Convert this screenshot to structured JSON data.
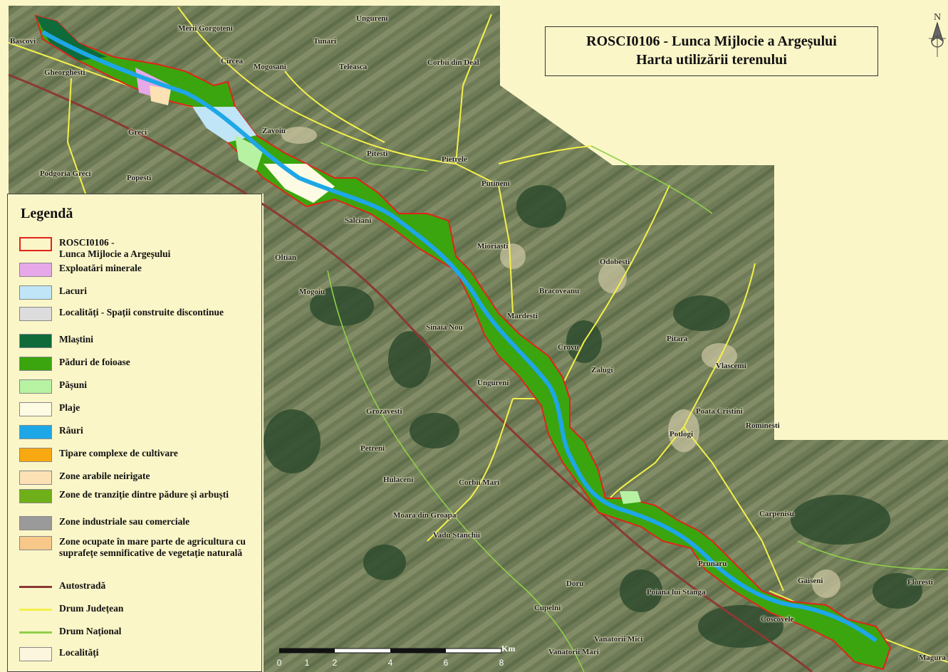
{
  "title": {
    "line1": "ROSCI0106 - Lunca Mijlocie a Argeșului",
    "line2": "Harta utilizării terenului"
  },
  "north_arrow": {
    "label": "N",
    "icon": "compass-rose-icon"
  },
  "colors": {
    "background": "#fbf6c8",
    "satellite_dark": "#3f5a36",
    "satellite_mid": "#6f7d55",
    "boundary": "#e0241c",
    "forest": "#3aa50e",
    "river": "#1ea7e6",
    "motorway": "#8a3a34",
    "county_road": "#f4f04a",
    "national_road": "#8fd04a"
  },
  "legend": {
    "title": "Legendă",
    "items": [
      {
        "key": "site-boundary",
        "label": "ROSCI0106 -\nLunca Mijlocie a Argeșului",
        "kind": "outline",
        "color": "#e0241c"
      },
      {
        "key": "mineral-extraction",
        "label": "Exploatări minerale",
        "kind": "fill",
        "color": "#e6a8e8"
      },
      {
        "key": "lakes",
        "label": "Lacuri",
        "kind": "fill",
        "color": "#bfe5f7"
      },
      {
        "key": "discontinuous-urban",
        "label": "Localități - Spații construite discontinue",
        "kind": "fill",
        "color": "#dcdcdc"
      },
      {
        "key": "marshes",
        "label": "Mlaștini",
        "kind": "fill",
        "color": "#0f6b3a"
      },
      {
        "key": "deciduous-forest",
        "label": "Păduri de foioase",
        "kind": "fill",
        "color": "#3aa50e"
      },
      {
        "key": "pastures",
        "label": "Pășuni",
        "kind": "fill",
        "color": "#b7f2a2"
      },
      {
        "key": "beaches",
        "label": "Plaje",
        "kind": "fill",
        "color": "#fdfbe4"
      },
      {
        "key": "rivers",
        "label": "Râuri",
        "kind": "fill",
        "color": "#1ea7e6"
      },
      {
        "key": "complex-cultivation",
        "label": "Tipare complexe de cultivare",
        "kind": "fill",
        "color": "#f8a810"
      },
      {
        "key": "non-irrigated-arable",
        "label": "Zone arabile neirigate",
        "kind": "fill",
        "color": "#fbe1b4"
      },
      {
        "key": "transitional-woodland",
        "label": "Zone de tranziție dintre pădure și arbuști",
        "kind": "fill",
        "color": "#6fb01a"
      },
      {
        "key": "industrial-commercial",
        "label": "Zone industriale sau comerciale",
        "kind": "fill",
        "color": "#9a9a9a"
      },
      {
        "key": "agriculture-natural",
        "label": "Zone ocupate în mare parte de agricultura cu suprafețe semnificative de vegetație naturală",
        "kind": "fill",
        "color": "#f7c889"
      },
      {
        "key": "motorway",
        "label": "Autostradă",
        "kind": "line",
        "color": "#8a3a34"
      },
      {
        "key": "county-road",
        "label": "Drum Județean",
        "kind": "line",
        "color": "#f4f04a"
      },
      {
        "key": "national-road",
        "label": "Drum Național",
        "kind": "line",
        "color": "#8fd04a"
      },
      {
        "key": "localities",
        "label": "Localități",
        "kind": "fill",
        "color": "#fdf6de"
      }
    ]
  },
  "scale_bar": {
    "unit": "Km",
    "ticks": [
      "0",
      "1",
      "2",
      "4",
      "6",
      "8"
    ],
    "tick_values": [
      0,
      1,
      2,
      4,
      6,
      8
    ]
  },
  "places": [
    "Merii Gorgoteni",
    "Ungureni",
    "Tunari",
    "Bascovi",
    "Gheorghesti",
    "Cîrcea",
    "Mogosani",
    "Teleasca",
    "Corbii din Deal",
    "Greci",
    "Zavoiu",
    "Pitesti",
    "Pietrele",
    "Podgoria Greci",
    "Popesti",
    "Putineni",
    "Salciani",
    "Oltian",
    "Mogoiu",
    "Mioriasti",
    "Odobesti",
    "Bracoveanu",
    "Mardesti",
    "Sinaia Nou",
    "Crovu",
    "Zalugi",
    "Pitara",
    "Vlascemi",
    "Poata Cristini",
    "Rominesti",
    "Potlogi",
    "Ungureni",
    "Grozavesti",
    "Petreni",
    "Hulaceni",
    "Corbii Mari",
    "Moara din Groapa",
    "Vadu Stanchii",
    "Cupelni",
    "Doru",
    "Prunaru",
    "Poiana lui Stanga",
    "Gaiseni",
    "Floresti",
    "Carpenisu",
    "Coscovele",
    "Vanatorii Mici",
    "Vanatorii Mari",
    "Magura"
  ]
}
